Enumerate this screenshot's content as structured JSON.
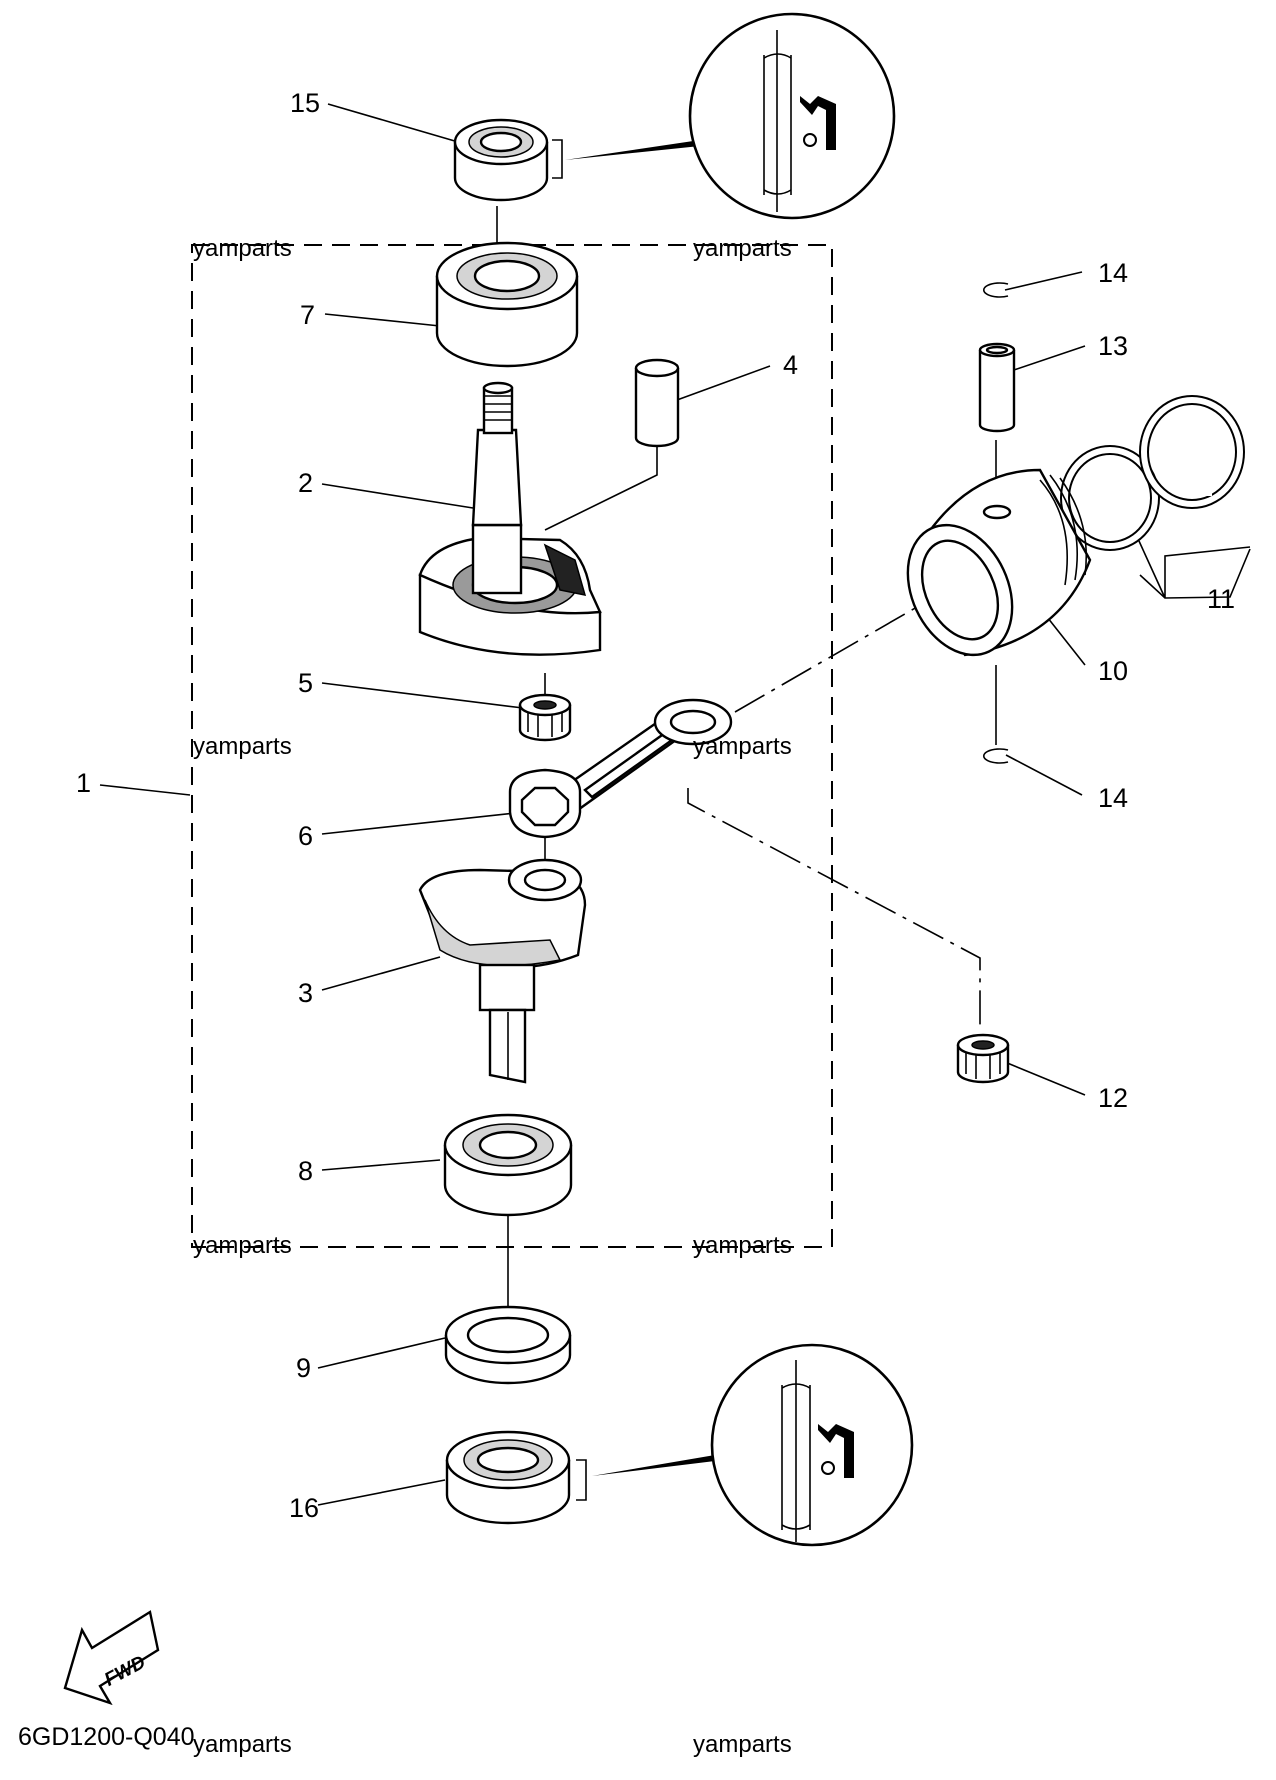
{
  "diagram": {
    "callouts": [
      {
        "id": "p1",
        "label": "1"
      },
      {
        "id": "p2",
        "label": "2"
      },
      {
        "id": "p3",
        "label": "3"
      },
      {
        "id": "p4",
        "label": "4"
      },
      {
        "id": "p5",
        "label": "5"
      },
      {
        "id": "p6",
        "label": "6"
      },
      {
        "id": "p7",
        "label": "7"
      },
      {
        "id": "p8",
        "label": "8"
      },
      {
        "id": "p9",
        "label": "9"
      },
      {
        "id": "p10",
        "label": "10"
      },
      {
        "id": "p11",
        "label": "11"
      },
      {
        "id": "p12",
        "label": "12"
      },
      {
        "id": "p13",
        "label": "13"
      },
      {
        "id": "p14a",
        "label": "14"
      },
      {
        "id": "p14b",
        "label": "14"
      },
      {
        "id": "p15",
        "label": "15"
      },
      {
        "id": "p16",
        "label": "16"
      }
    ],
    "watermark": "yamparts",
    "fwd_label": "FWD",
    "drawing_code": "6GD1200-Q040",
    "icons": [
      "bearing-icon",
      "grease-detail-icon",
      "fwd-arrow-icon"
    ]
  }
}
